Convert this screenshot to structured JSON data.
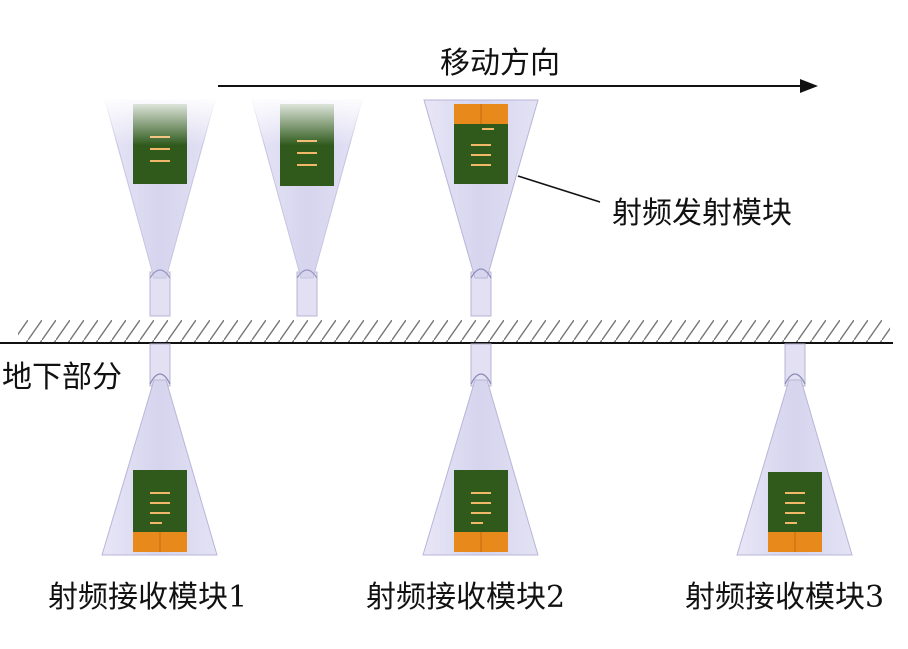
{
  "labels": {
    "direction": "移动方向",
    "transmitter": "射频发射模块",
    "underground": "地下部分",
    "receivers": [
      "射频接收模块1",
      "射频接收模块2",
      "射频接收模块3"
    ]
  },
  "colors": {
    "cone_fill": "#dcdaf0",
    "cone_edge": "#b8b6d6",
    "board_green": "#2f5a1c",
    "board_orange": "#e8891c",
    "trace": "#f2b86a",
    "hatch": "#777777",
    "line": "#111111"
  }
}
